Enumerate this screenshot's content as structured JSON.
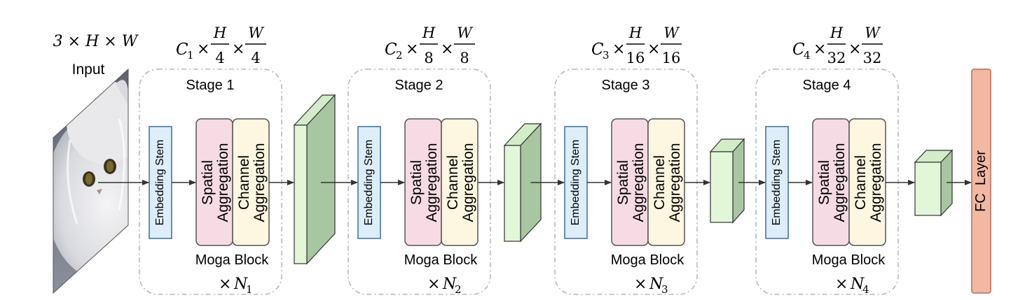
{
  "input": {
    "dims": "3 × H × W",
    "label": "Input",
    "image": "cat-photo"
  },
  "stages": [
    {
      "title": "Stage 1",
      "embedding": "Embedding Stem",
      "spatial": [
        "Spatial",
        "Aggregation"
      ],
      "channel": [
        "Channel",
        "Aggregation"
      ],
      "block": "Moga Block",
      "repeat": {
        "times": "×",
        "var": "N",
        "sub": "1"
      },
      "dims": {
        "C": "C",
        "c_sub": "1",
        "times": "×",
        "H": "H",
        "h_den": "4",
        "W": "W",
        "w_den": "4"
      }
    },
    {
      "title": "Stage 2",
      "embedding": "Embedding Stem",
      "spatial": [
        "Spatial",
        "Aggregation"
      ],
      "channel": [
        "Channel",
        "Aggregation"
      ],
      "block": "Moga Block",
      "repeat": {
        "times": "×",
        "var": "N",
        "sub": "2"
      },
      "dims": {
        "C": "C",
        "c_sub": "2",
        "times": "×",
        "H": "H",
        "h_den": "8",
        "W": "W",
        "w_den": "8"
      }
    },
    {
      "title": "Stage 3",
      "embedding": "Embedding Stem",
      "spatial": [
        "Spatial",
        "Aggregation"
      ],
      "channel": [
        "Channel",
        "Aggregation"
      ],
      "block": "Moga Block",
      "repeat": {
        "times": "×",
        "var": "N",
        "sub": "3"
      },
      "dims": {
        "C": "C",
        "c_sub": "3",
        "times": "×",
        "H": "H",
        "h_den": "16",
        "W": "W",
        "w_den": "16"
      }
    },
    {
      "title": "Stage 4",
      "embedding": "Embedding Stem",
      "spatial": [
        "Spatial",
        "Aggregation"
      ],
      "channel": [
        "Channel",
        "Aggregation"
      ],
      "block": "Moga Block",
      "repeat": {
        "times": "×",
        "var": "N",
        "sub": "4"
      },
      "dims": {
        "C": "C",
        "c_sub": "4",
        "times": "×",
        "H": "H",
        "h_den": "32",
        "W": "W",
        "w_den": "32"
      }
    }
  ],
  "fc": {
    "label": "FC  Layer"
  },
  "colors": {
    "embedding_fill": "#ddeefa",
    "embedding_stroke": "#3d6f99",
    "spatial_fill": "#f6dbe4",
    "channel_fill": "#fdf6e0",
    "block_stroke": "#555555",
    "feature_front": "#e2f7d8",
    "feature_side": "#a8c6a2",
    "feature_top": "#d2edc8",
    "fc_fill": "#f2b8a2",
    "fc_stroke": "#b46a55",
    "stage_border": "#b8b8b8",
    "arrow": "#333333"
  }
}
